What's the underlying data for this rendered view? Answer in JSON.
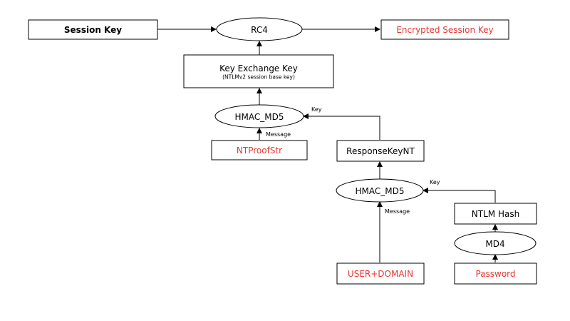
{
  "nodes": {
    "session_key": "Session Key",
    "rc4": "RC4",
    "encrypted_session_key": "Encrypted Session Key",
    "key_exchange_key": "Key Exchange Key",
    "key_exchange_key_note": "(NTLMv2 session base key)",
    "hmac_md5_top": "HMAC_MD5",
    "ntproofstr": "NTProofStr",
    "responsekeynt": "ResponseKeyNT",
    "hmac_md5_bottom": "HMAC_MD5",
    "ntlm_hash": "NTLM Hash",
    "md4": "MD4",
    "user_domain": "USER+DOMAIN",
    "password": "Password"
  },
  "edge_labels": {
    "key_top": "Key",
    "message_top": "Message",
    "key_bottom": "Key",
    "message_bottom": "Message"
  },
  "colors": {
    "input_text": "#e53935",
    "stroke": "#000000"
  }
}
